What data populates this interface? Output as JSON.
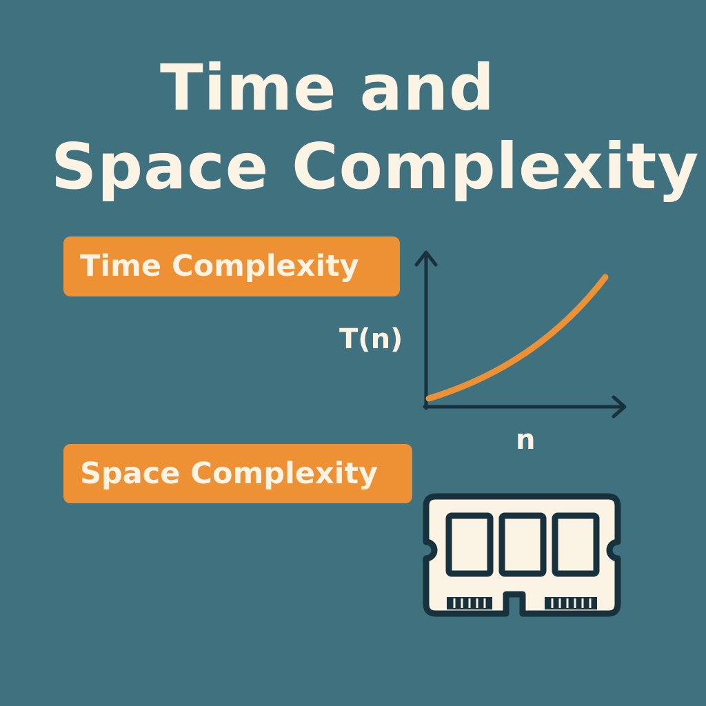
{
  "title": {
    "line1": "Time and",
    "line2": "Space Complexity"
  },
  "sections": {
    "time_label": "Time Complexity",
    "space_label": "Space Complexity"
  },
  "chart": {
    "y_label": "T(n)",
    "x_label": "n"
  },
  "icons": {
    "time": "growth-curve-graph",
    "space": "memory-chip-icon"
  },
  "colors": {
    "background": "#40717f",
    "text": "#fbf3e4",
    "accent": "#ee9034",
    "outline": "#17313d"
  }
}
